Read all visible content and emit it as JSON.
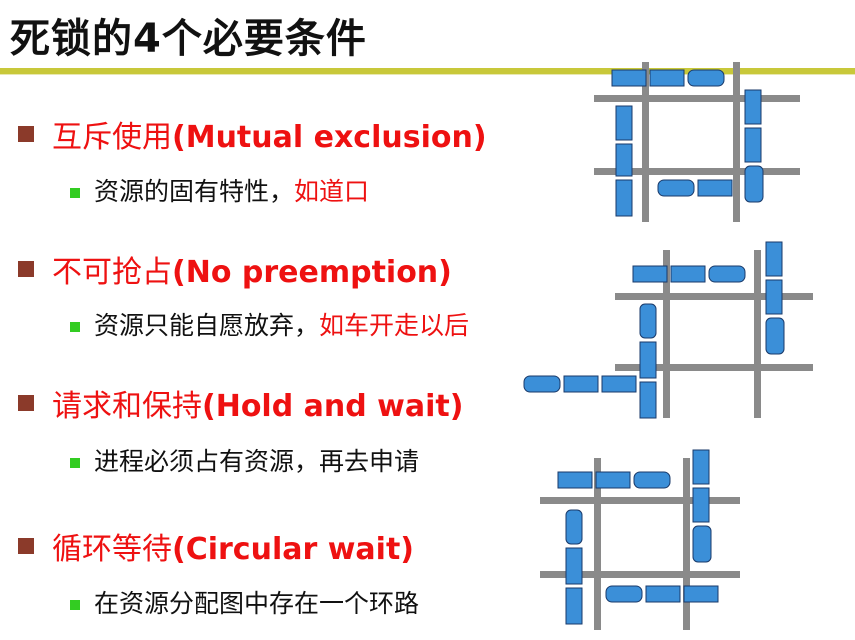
{
  "title": "死锁的4个必要条件",
  "items": [
    {
      "cn": "互斥使用",
      "en": "(Mutual exclusion)",
      "sub": "资源的固有特性，",
      "sub_red": "如道口"
    },
    {
      "cn": "不可抢占",
      "en": "(No preemption)",
      "sub": "资源只能自愿放弃，",
      "sub_red": "如车开走以后"
    },
    {
      "cn": "请求和保持",
      "en": "(Hold and wait)",
      "sub": "进程必须占有资源，再去申请",
      "sub_red": ""
    },
    {
      "cn": "循环等待",
      "en": "(Circular wait)",
      "sub": "在资源分配图中存在一个环路",
      "sub_red": ""
    }
  ],
  "colors": {
    "title_rule": "#c8c83a",
    "main_text": "#ee1111",
    "main_bullet": "#8b3a2a",
    "sub_bullet": "#33cc22",
    "road": "#8a8a8a",
    "train": "#3b8fd8"
  }
}
